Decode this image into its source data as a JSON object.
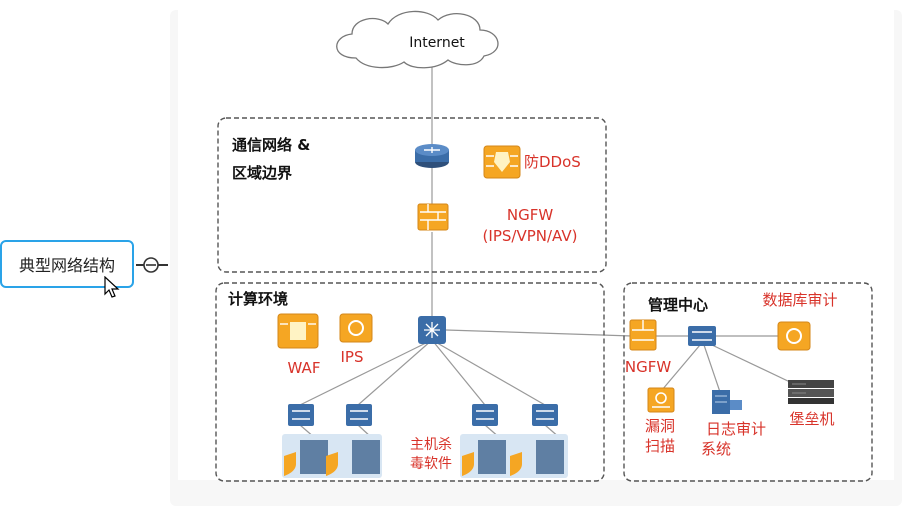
{
  "mindmap": {
    "node_label": "典型网络结构"
  },
  "diagram": {
    "internet_label": "Internet",
    "zone_comm_line1": "通信网络 &",
    "zone_comm_line2": "区域边界",
    "zone_compute_label": "计算环境",
    "zone_mgmt_label": "管理中心",
    "anti_ddos_label": "防DDoS",
    "ngfw_label": "NGFW",
    "ngfw_sub_label": "(IPS/VPN/AV)",
    "waf_label": "WAF",
    "ips_label": "IPS",
    "host_av_line1": "主机杀",
    "host_av_line2": "毒软件",
    "mgmt_ngfw_label": "NGFW",
    "db_audit_label": "数据库审计",
    "vuln_scan_line1": "漏洞",
    "vuln_scan_line2": "扫描",
    "log_audit_line1": "日志审计",
    "log_audit_line2": "系统",
    "bastion_label": "堡垒机"
  },
  "colors": {
    "accent_blue": "#2aa3e8",
    "label_red": "#d8332a",
    "device_orange": "#f5a623",
    "device_blue": "#3b6da8"
  }
}
